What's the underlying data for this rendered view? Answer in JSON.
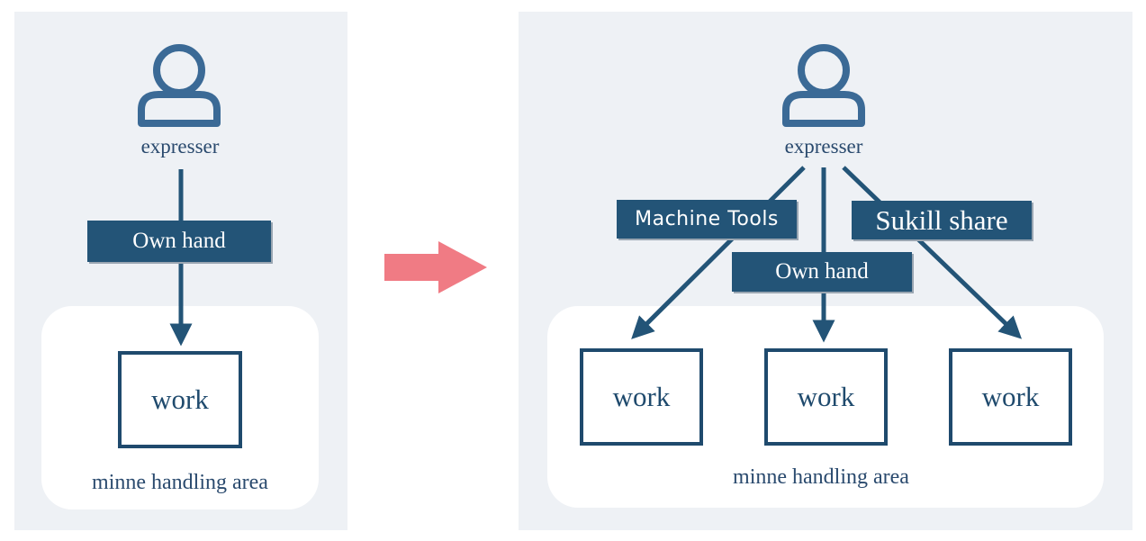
{
  "colors": {
    "panel": "#eef1f5",
    "dark_blue": "#235477",
    "text_blue": "#2a4a6e",
    "arrow_pink": "#f07b84"
  },
  "left": {
    "person_label": "expresser",
    "tag": "Own hand",
    "work": "work",
    "area_label": "minne handling area"
  },
  "transition_arrow": "right-arrow-icon",
  "right": {
    "person_label": "expresser",
    "tags": [
      "Machine Tools",
      "Own hand",
      "Sukill share"
    ],
    "works": [
      "work",
      "work",
      "work"
    ],
    "area_label": "minne handling area"
  }
}
